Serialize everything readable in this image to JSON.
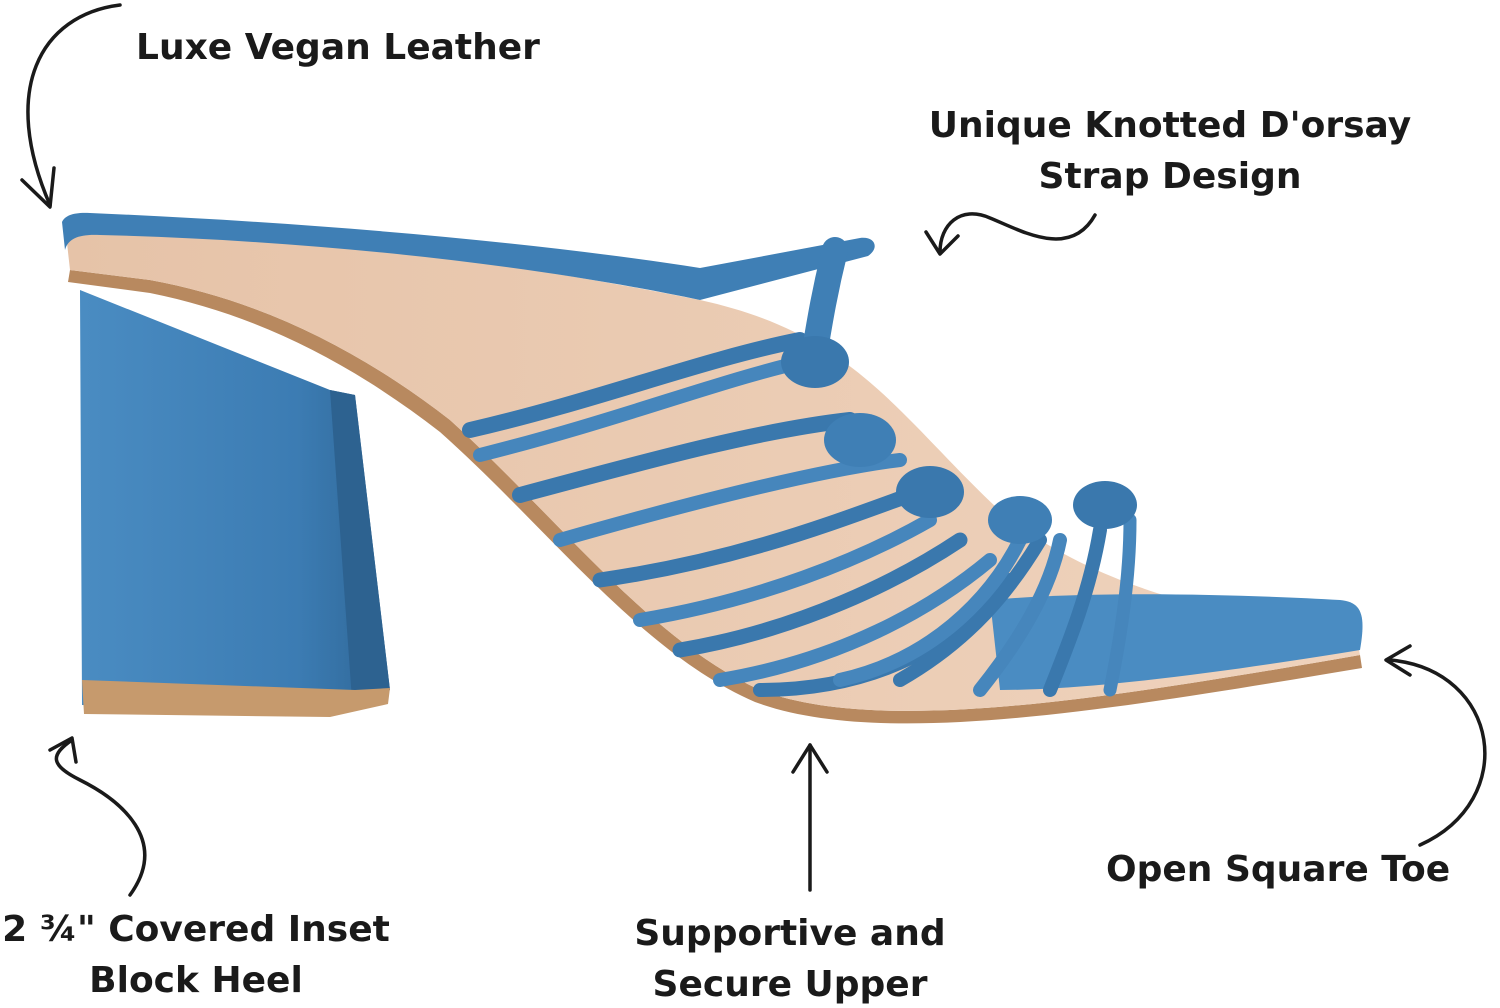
{
  "annotations": {
    "vegan_leather": "Luxe Vegan Leather",
    "knotted_line1": "Unique Knotted D'orsay",
    "knotted_line2": "Strap Design",
    "toe": "Open Square Toe",
    "heel_line1": "2 ¾\" Covered Inset",
    "heel_line2": "Block Heel",
    "upper_line1": "Supportive and",
    "upper_line2": "Secure Upper"
  },
  "colors": {
    "shoe_blue": "#3f7fb5",
    "shoe_blue_dark": "#2e6593",
    "shoe_blue_light": "#5a97c9",
    "insole_tan": "#e8c9b0",
    "sole_brown": "#b8895f",
    "text": "#1a1a1a",
    "arrow": "#1a1a1a"
  }
}
